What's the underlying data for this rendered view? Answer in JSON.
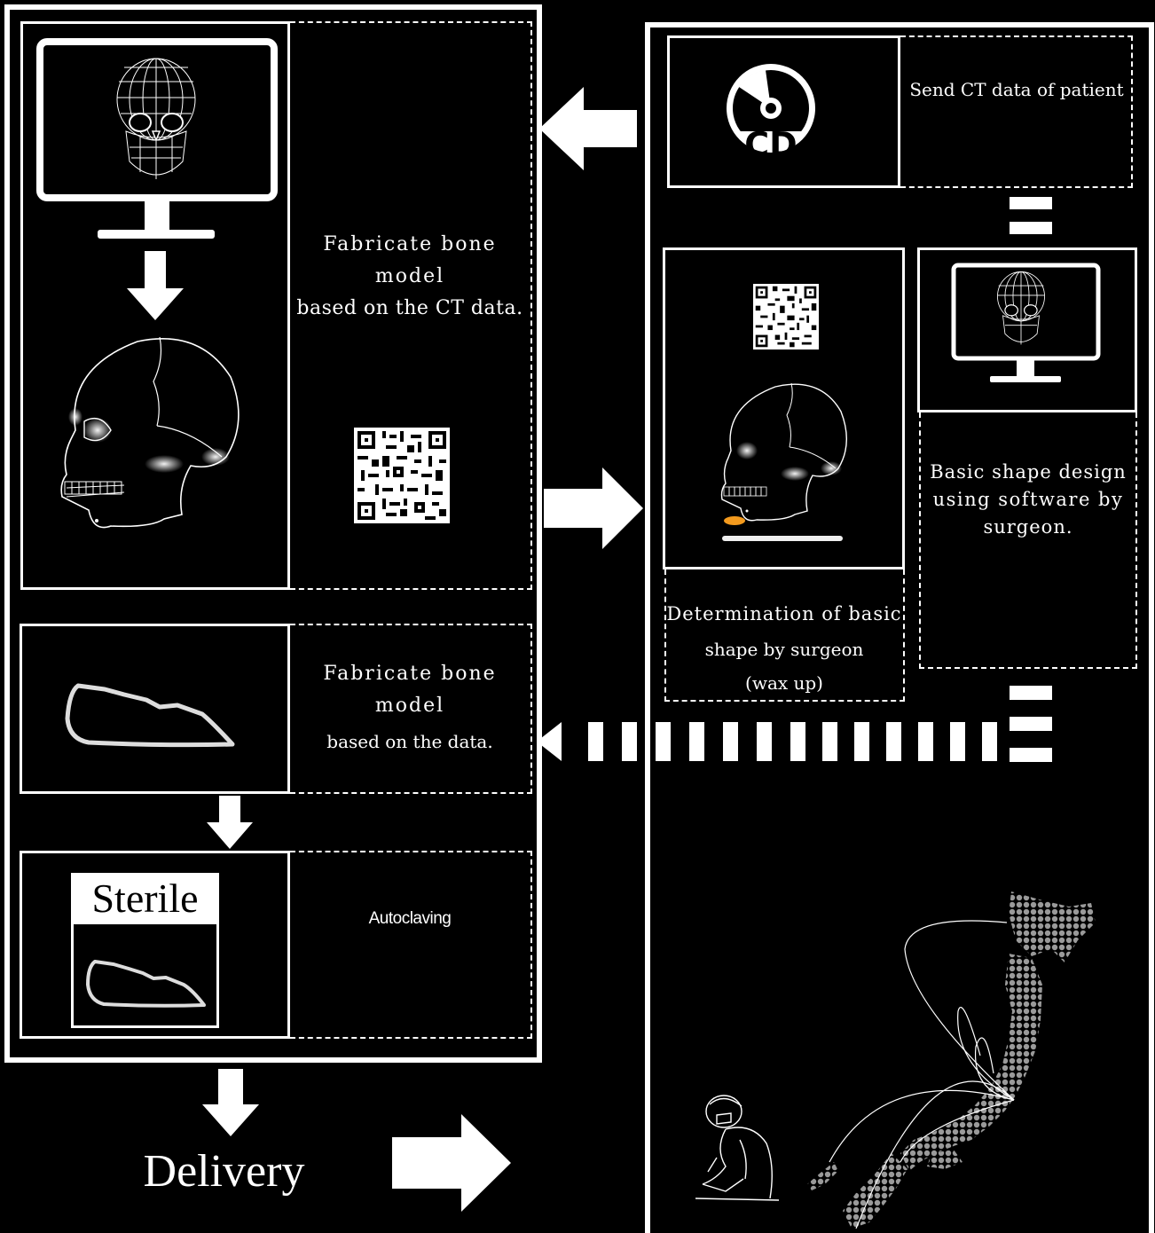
{
  "lab": {
    "step1_text_line1": "Fabricate bone model",
    "step1_text_line2": "based on the CT data.",
    "step2_text_line1": "Fabricate bone model",
    "step2_text_line2": "based on the data.",
    "step3_text": "Autoclaving",
    "sterile_label": "Sterile"
  },
  "delivery_label": "Delivery",
  "hospital": {
    "send_ct_text": "Send CT data of patient",
    "cd_label": "CD",
    "design_text_line1": "Basic shape design",
    "design_text_line2": "using software by",
    "design_text_line3": "surgeon.",
    "determine_text_line1": "Determination of basic",
    "determine_text_line2": "shape by surgeon",
    "determine_text_line3": "(wax up)"
  },
  "colors": {
    "background": "#000000",
    "foreground": "#ffffff",
    "accent_orange": "#f39a1e",
    "map_gray": "#9a9a9a"
  },
  "icons": [
    "monitor-icon",
    "wireframe-skull-icon",
    "skull-drawing-icon",
    "qr-code-icon",
    "cd-icon",
    "bone-outline-icon",
    "surgeon-drawing-icon",
    "japan-map-icon"
  ]
}
